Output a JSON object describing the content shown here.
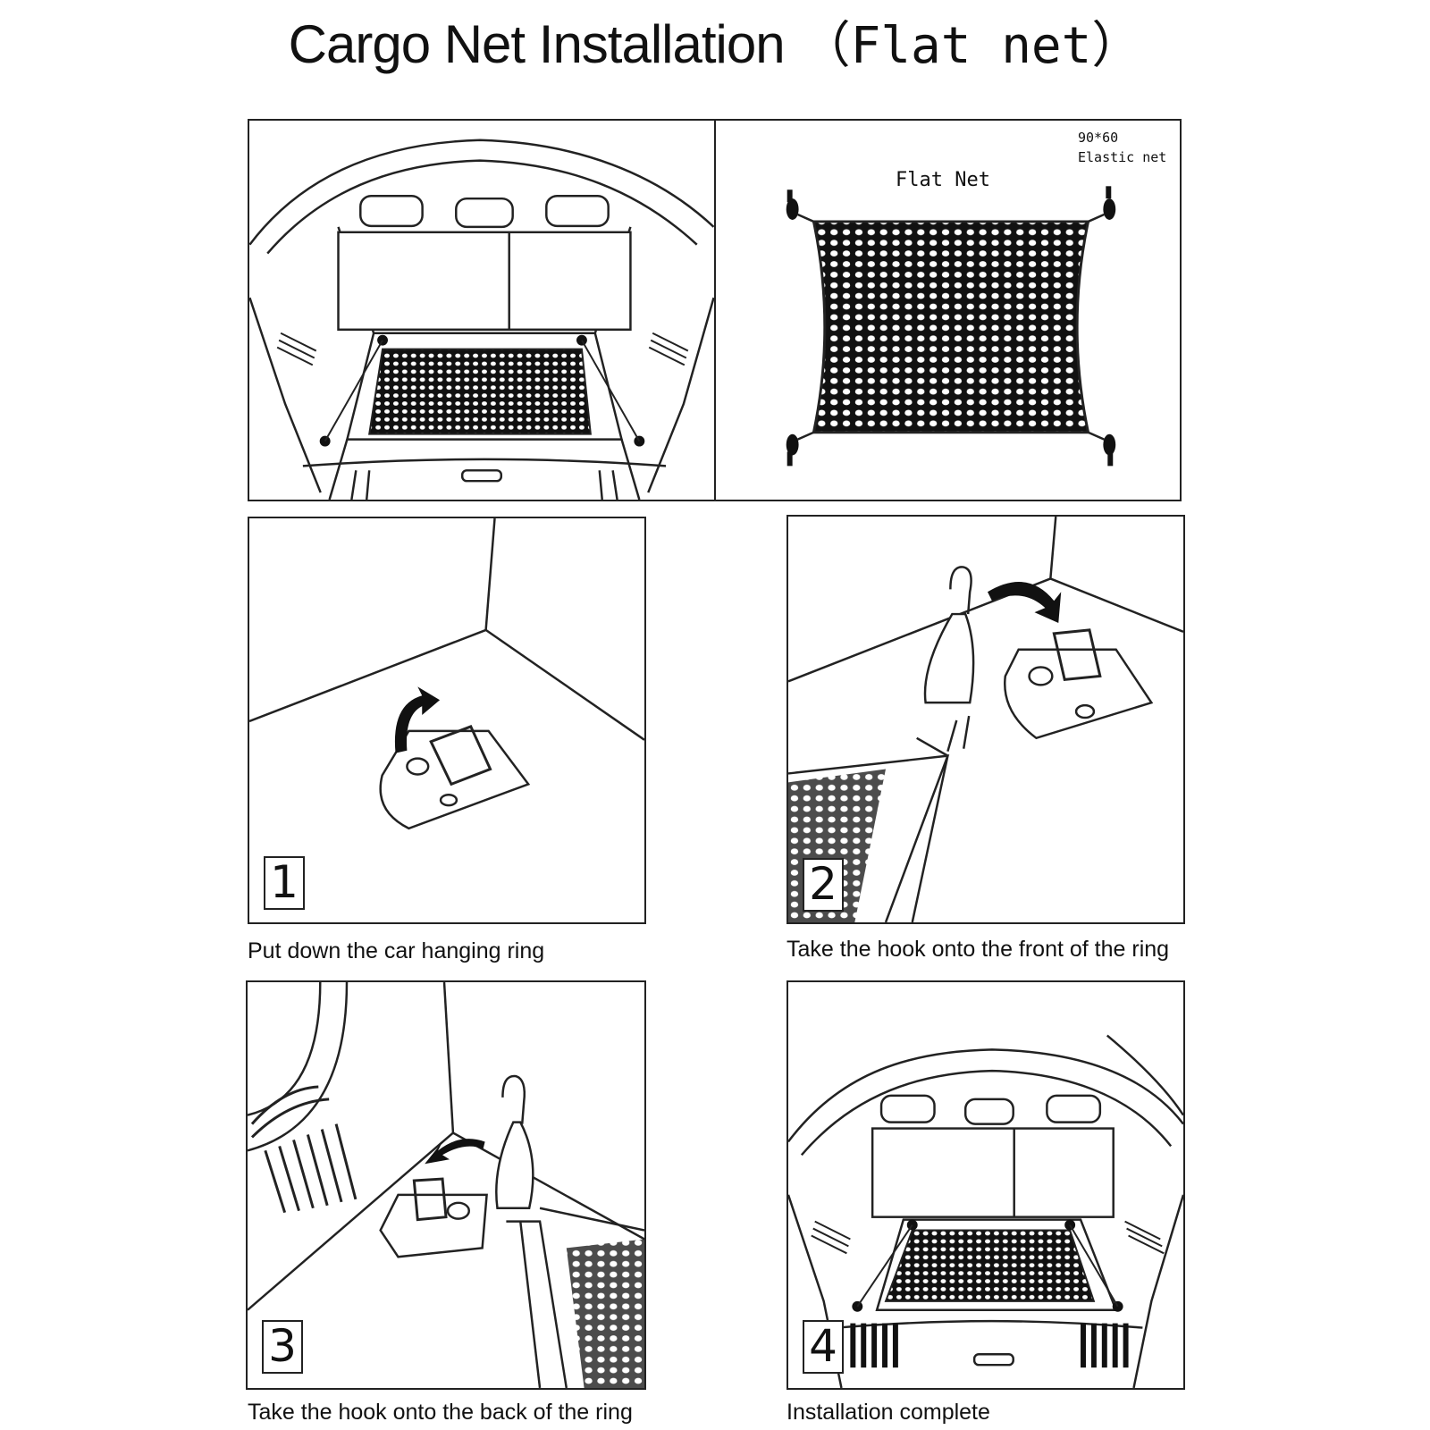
{
  "title": {
    "main": "Cargo Net Installation",
    "sub": "（Flat net）"
  },
  "overview": {
    "net_label": "Flat Net",
    "size": "90*60",
    "kind": "Elastic net"
  },
  "steps": [
    {
      "number": "1",
      "caption": "Put down the car hanging ring"
    },
    {
      "number": "2",
      "caption": "Take the hook  onto the front of the ring"
    },
    {
      "number": "3",
      "caption": "Take the hook  onto the back of the ring"
    },
    {
      "number": "4",
      "caption": "Installation complete"
    }
  ]
}
